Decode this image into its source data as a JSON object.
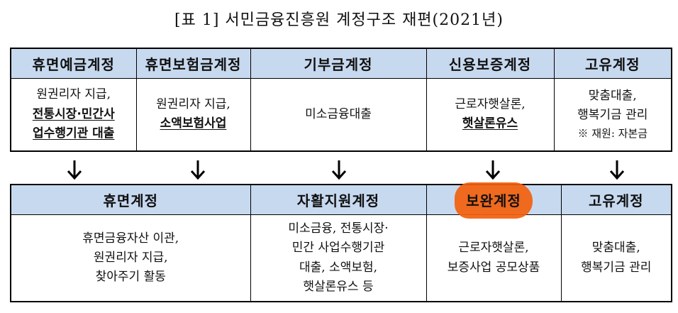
{
  "title": "[표 1] 서민금융진흥원 계정구조 재편(2021년)",
  "top_table": {
    "headers": [
      "휴면예금계정",
      "휴면보험금계정",
      "기부금계정",
      "신용보증계정",
      "고유계정"
    ],
    "col1": {
      "line1": "원권리자 지급,",
      "line2": "전통시장·민간사",
      "line3": "업수행기관 대출"
    },
    "col2": {
      "line1": "원권리자 지급,",
      "line2": "소액보험사업"
    },
    "col3": {
      "line1": "미소금융대출"
    },
    "col4": {
      "line1": "근로자햇살론,",
      "line2": "햇살론유스"
    },
    "col5": {
      "line1": "맞춤대출,",
      "line2": "행복기금 관리",
      "note": "※ 재원: 자본금"
    }
  },
  "bottom_table": {
    "headers": [
      "휴면계정",
      "자활지원계정",
      "보완계정",
      "고유계정"
    ],
    "col1": {
      "line1": "휴면금융자산 이관,",
      "line2": "원권리자 지급,",
      "line3": "찾아주기 활동"
    },
    "col2": {
      "line1": "미소금융, 전통시장·",
      "line2": "민간 사업수행기관",
      "line3": "대출, 소액보험,",
      "line4": "햇살론유스 등"
    },
    "col3": {
      "line1": "근로자햇살론,",
      "line2": "보증사업 공모상품"
    },
    "col4": {
      "line1": "맞춤대출,",
      "line2": "행복기금 관리"
    }
  },
  "arrow_icon": "down-arrow-icon",
  "colors": {
    "header_bg": "#c7d9ef",
    "highlight": "#f2600c",
    "border": "#000000"
  }
}
